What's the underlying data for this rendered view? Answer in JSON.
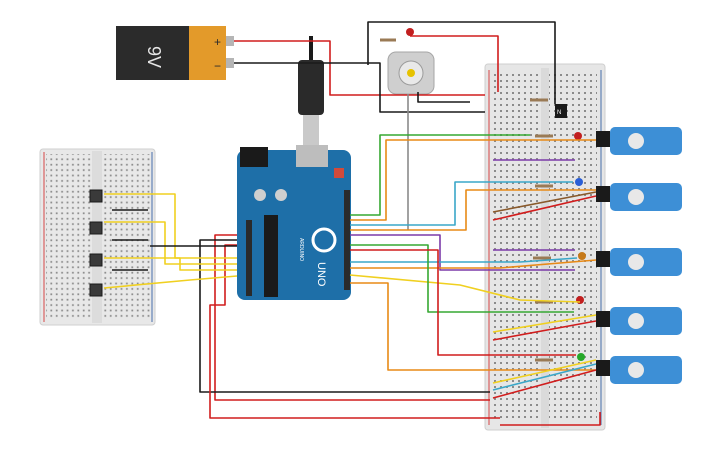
{
  "battery": {
    "label": "9V",
    "plus": "+",
    "minus": "−"
  },
  "arduino": {
    "brand": "ARDUINO",
    "model": "UNO"
  },
  "transistor": {
    "label": "N"
  },
  "colors": {
    "red": "#d11d1d",
    "black": "#1a1a1a",
    "yellow": "#f0d020",
    "green": "#36a832",
    "orange": "#e88a17",
    "purple": "#7b3aa8",
    "cyan": "#3aa7c8",
    "brown": "#8a5a2b",
    "blue_board": "#1e6fa8",
    "servo": "#3d8fd6",
    "breadboard": "#e7e7e7"
  }
}
